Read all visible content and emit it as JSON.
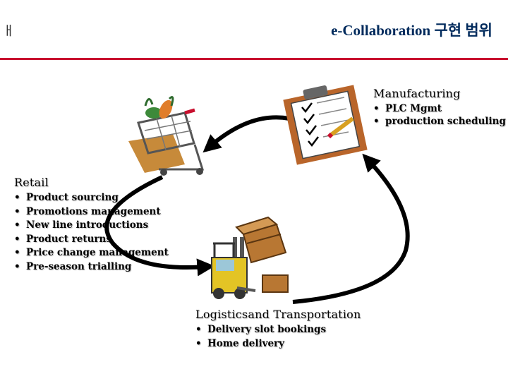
{
  "header": {
    "corner_mark": "ㅐ",
    "title": "e-Collaboration 구현 범위"
  },
  "colors": {
    "title": "#002a5c",
    "rule": "#c8102e",
    "arrow": "#000000"
  },
  "manufacturing": {
    "heading": "Manufacturing",
    "bullet": "•",
    "items": [
      "PLC Mgmt",
      "production scheduling"
    ],
    "icon": "clipboard-checklist-icon"
  },
  "retail": {
    "heading": "Retail",
    "bullet": "•",
    "items": [
      "Product sourcing",
      "Promotions management",
      "New line introductions",
      "Product returns",
      "Price change management",
      "Pre-season trialling"
    ],
    "icon": "shopping-cart-icon"
  },
  "logistics": {
    "heading": "Logisticsand Transportation",
    "bullet": "•",
    "items": [
      "Delivery slot bookings",
      "Home delivery"
    ],
    "icon": "forklift-crates-icon"
  }
}
